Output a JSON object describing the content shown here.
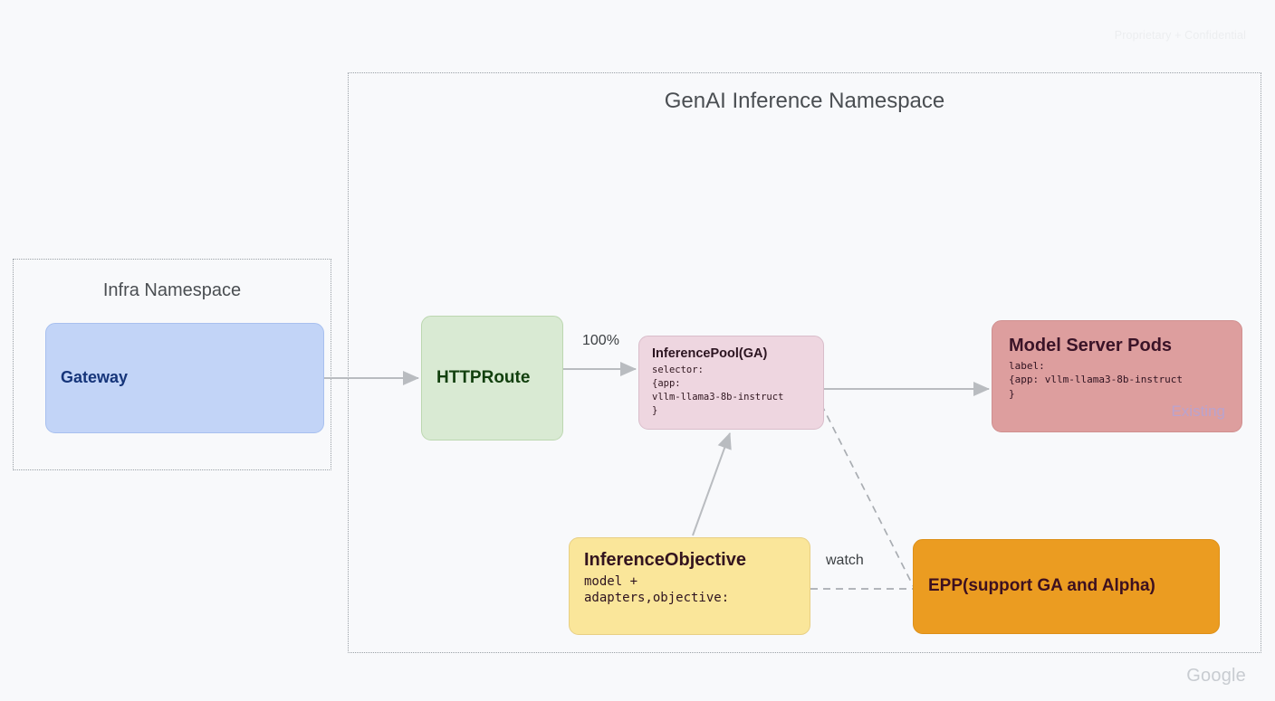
{
  "page": {
    "background": "#f8f9fb",
    "watermark_top_right": "Proprietary + Confidential",
    "watermark_bottom_right": "Google"
  },
  "namespaces": [
    {
      "id": "infra",
      "title": "Infra Namespace"
    },
    {
      "id": "genai",
      "title": "GenAI Inference Namespace"
    }
  ],
  "nodes": {
    "gateway": {
      "title": "Gateway",
      "body": "",
      "color": "#c2d4f7",
      "text_color": "#16357a"
    },
    "httproute": {
      "title": "HTTPRoute",
      "body": "",
      "color": "#d9ead3",
      "text_color": "#12400e"
    },
    "inferencepool": {
      "title": "InferencePool(GA)",
      "body": "selector:\n{app:\nvllm-llama3-8b-instruct\n}",
      "color": "#eed6e0",
      "text_color": "#2b1420"
    },
    "modelserverpods": {
      "title": "Model Server Pods",
      "body": "label:\n{app: vllm-llama3-8b-instruct\n}",
      "badge": "Existing",
      "color": "#dd9e9e",
      "text_color": "#3a1327",
      "badge_color": "#b9a3cf"
    },
    "inferenceobjective": {
      "title": "InferenceObjective",
      "body": "model +\nadapters,objective:",
      "color": "#fae69a",
      "text_color": "#33141f"
    },
    "epp": {
      "title": "EPP(support GA and Alpha)",
      "body": "",
      "color": "#eb9c21",
      "text_color": "#3d1020"
    }
  },
  "edges": [
    {
      "id": "gateway-to-httproute",
      "from": "gateway",
      "to": "httproute",
      "label": "",
      "style": "solid"
    },
    {
      "id": "httproute-to-inferencepool",
      "from": "httproute",
      "to": "inferencepool",
      "label": "100%",
      "style": "solid"
    },
    {
      "id": "inferencepool-to-modelserverpods",
      "from": "inferencepool",
      "to": "modelserverpods",
      "label": "",
      "style": "solid"
    },
    {
      "id": "inferenceobjective-to-inferencepool",
      "from": "inferenceobjective",
      "to": "inferencepool",
      "label": "",
      "style": "solid"
    },
    {
      "id": "inferencepool-to-epp",
      "from": "inferencepool",
      "to": "epp",
      "label": "",
      "style": "dashed"
    },
    {
      "id": "inferenceobjective-to-epp",
      "from": "inferenceobjective",
      "to": "epp",
      "label": "watch",
      "style": "dashed"
    }
  ]
}
